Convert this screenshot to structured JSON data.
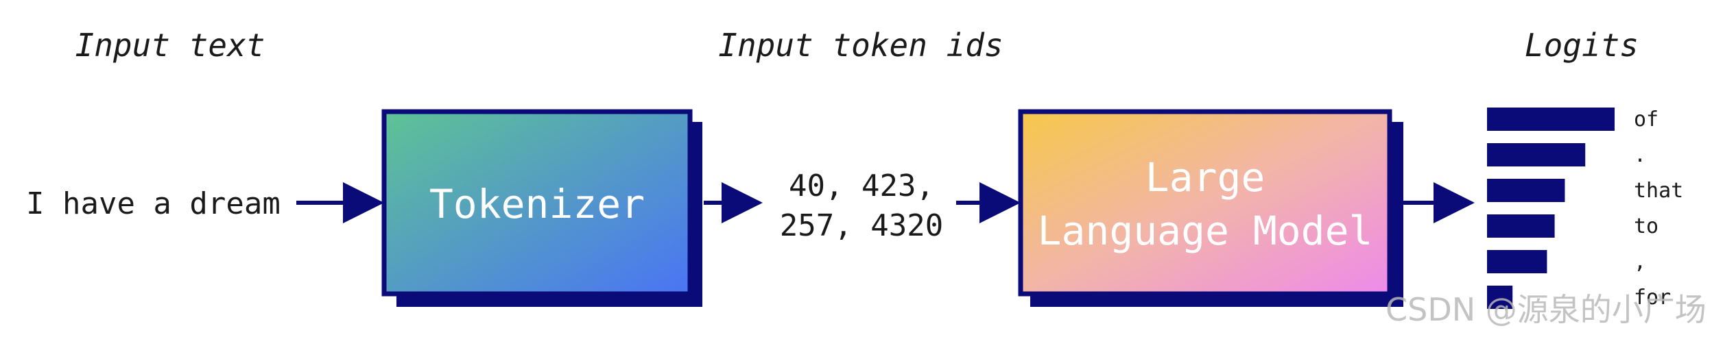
{
  "colors": {
    "navy": "#0a0a78",
    "tokenizer_gradient": [
      "#5ec394",
      "#4a74f5"
    ],
    "llm_gradient": [
      "#f6c84a",
      "#ee8aea"
    ],
    "text": "#1a1a1a",
    "watermark": "#b8b8b8"
  },
  "headings": {
    "input_text": "Input text",
    "input_token_ids": "Input token ids",
    "logits": "Logits"
  },
  "input": {
    "sentence": "I have a dream"
  },
  "tokenizer": {
    "label": "Tokenizer"
  },
  "token_ids": {
    "line1": "40, 423,",
    "line2": "257, 4320"
  },
  "llm": {
    "line1": "Large",
    "line2": "Language Model"
  },
  "logits": {
    "tokens": [
      "of",
      ".",
      "that",
      "to",
      ",",
      "for"
    ],
    "relative_values": [
      1.0,
      0.77,
      0.61,
      0.53,
      0.47,
      0.2
    ]
  },
  "watermark": "CSDN @源泉的小广场"
}
